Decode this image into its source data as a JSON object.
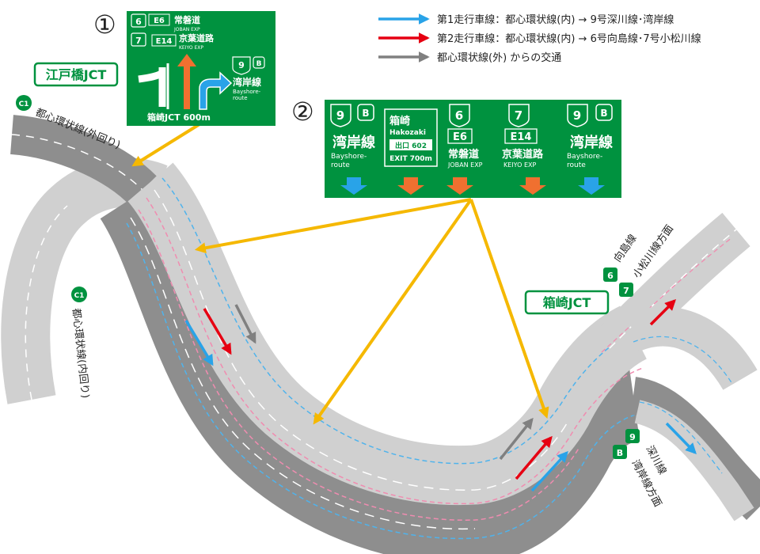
{
  "legend": [
    {
      "text": "第1走行車線：都心環状線(内) → 9号深川線･湾岸線",
      "color": "#29a3e8"
    },
    {
      "text": "第2走行車線：都心環状線(内) → 6号向島線･7号小松川線",
      "color": "#e60012"
    },
    {
      "text": "都心環状線(外) からの交通",
      "color": "#808080"
    }
  ],
  "markers": {
    "one": "①",
    "two": "②"
  },
  "jct": {
    "edobashi": "江戸橋JCT",
    "hakozaki": "箱崎JCT"
  },
  "route_labels": {
    "c1_badge": "C1",
    "c1_outer": "都心環状線(外回り)",
    "c1_inner": "都心環状線(内回り)",
    "mukojima": "向島線",
    "komatsugawa": "小松川線方面",
    "fukagawa": "深川線",
    "wangan": "湾岸線方面",
    "badge_6": "6",
    "badge_7": "7",
    "badge_9": "9",
    "badge_b": "B"
  },
  "sign1": {
    "r6": "6",
    "e6": "E6",
    "joban": "常磐道",
    "joban_en": "JOBAN EXP",
    "r7": "7",
    "e14": "E14",
    "keiyo": "京葉道路",
    "keiyo_en": "KEIYO EXP",
    "r9": "9",
    "b": "B",
    "wangan": "湾岸線",
    "bayshore1": "Bayshore-",
    "bayshore2": "route",
    "distance": "箱崎JCT 600m"
  },
  "sign2": {
    "r9": "9",
    "b": "B",
    "wangan": "湾岸線",
    "bayshore1": "Bayshore-",
    "bayshore2": "route",
    "hakozaki": "箱崎",
    "hakozaki_en": "Hakozaki",
    "exit_no": "出口 602",
    "exit_dist": "EXIT 700m",
    "r6": "6",
    "e6": "E6",
    "joban": "常磐道",
    "joban_en": "JOBAN EXP",
    "r7": "7",
    "e14": "E14",
    "keiyo": "京葉道路",
    "keiyo_en": "KEIYO EXP",
    "r9b": "9",
    "bb": "B",
    "wangan_b": "湾岸線",
    "bayshore1b": "Bayshore-",
    "bayshore2b": "route"
  },
  "colors": {
    "sign_green": "#00923f",
    "arrow_yellow": "#f5b800",
    "blue": "#29a3e8",
    "red": "#e60012",
    "gray": "#808080",
    "orange": "#f07030"
  }
}
